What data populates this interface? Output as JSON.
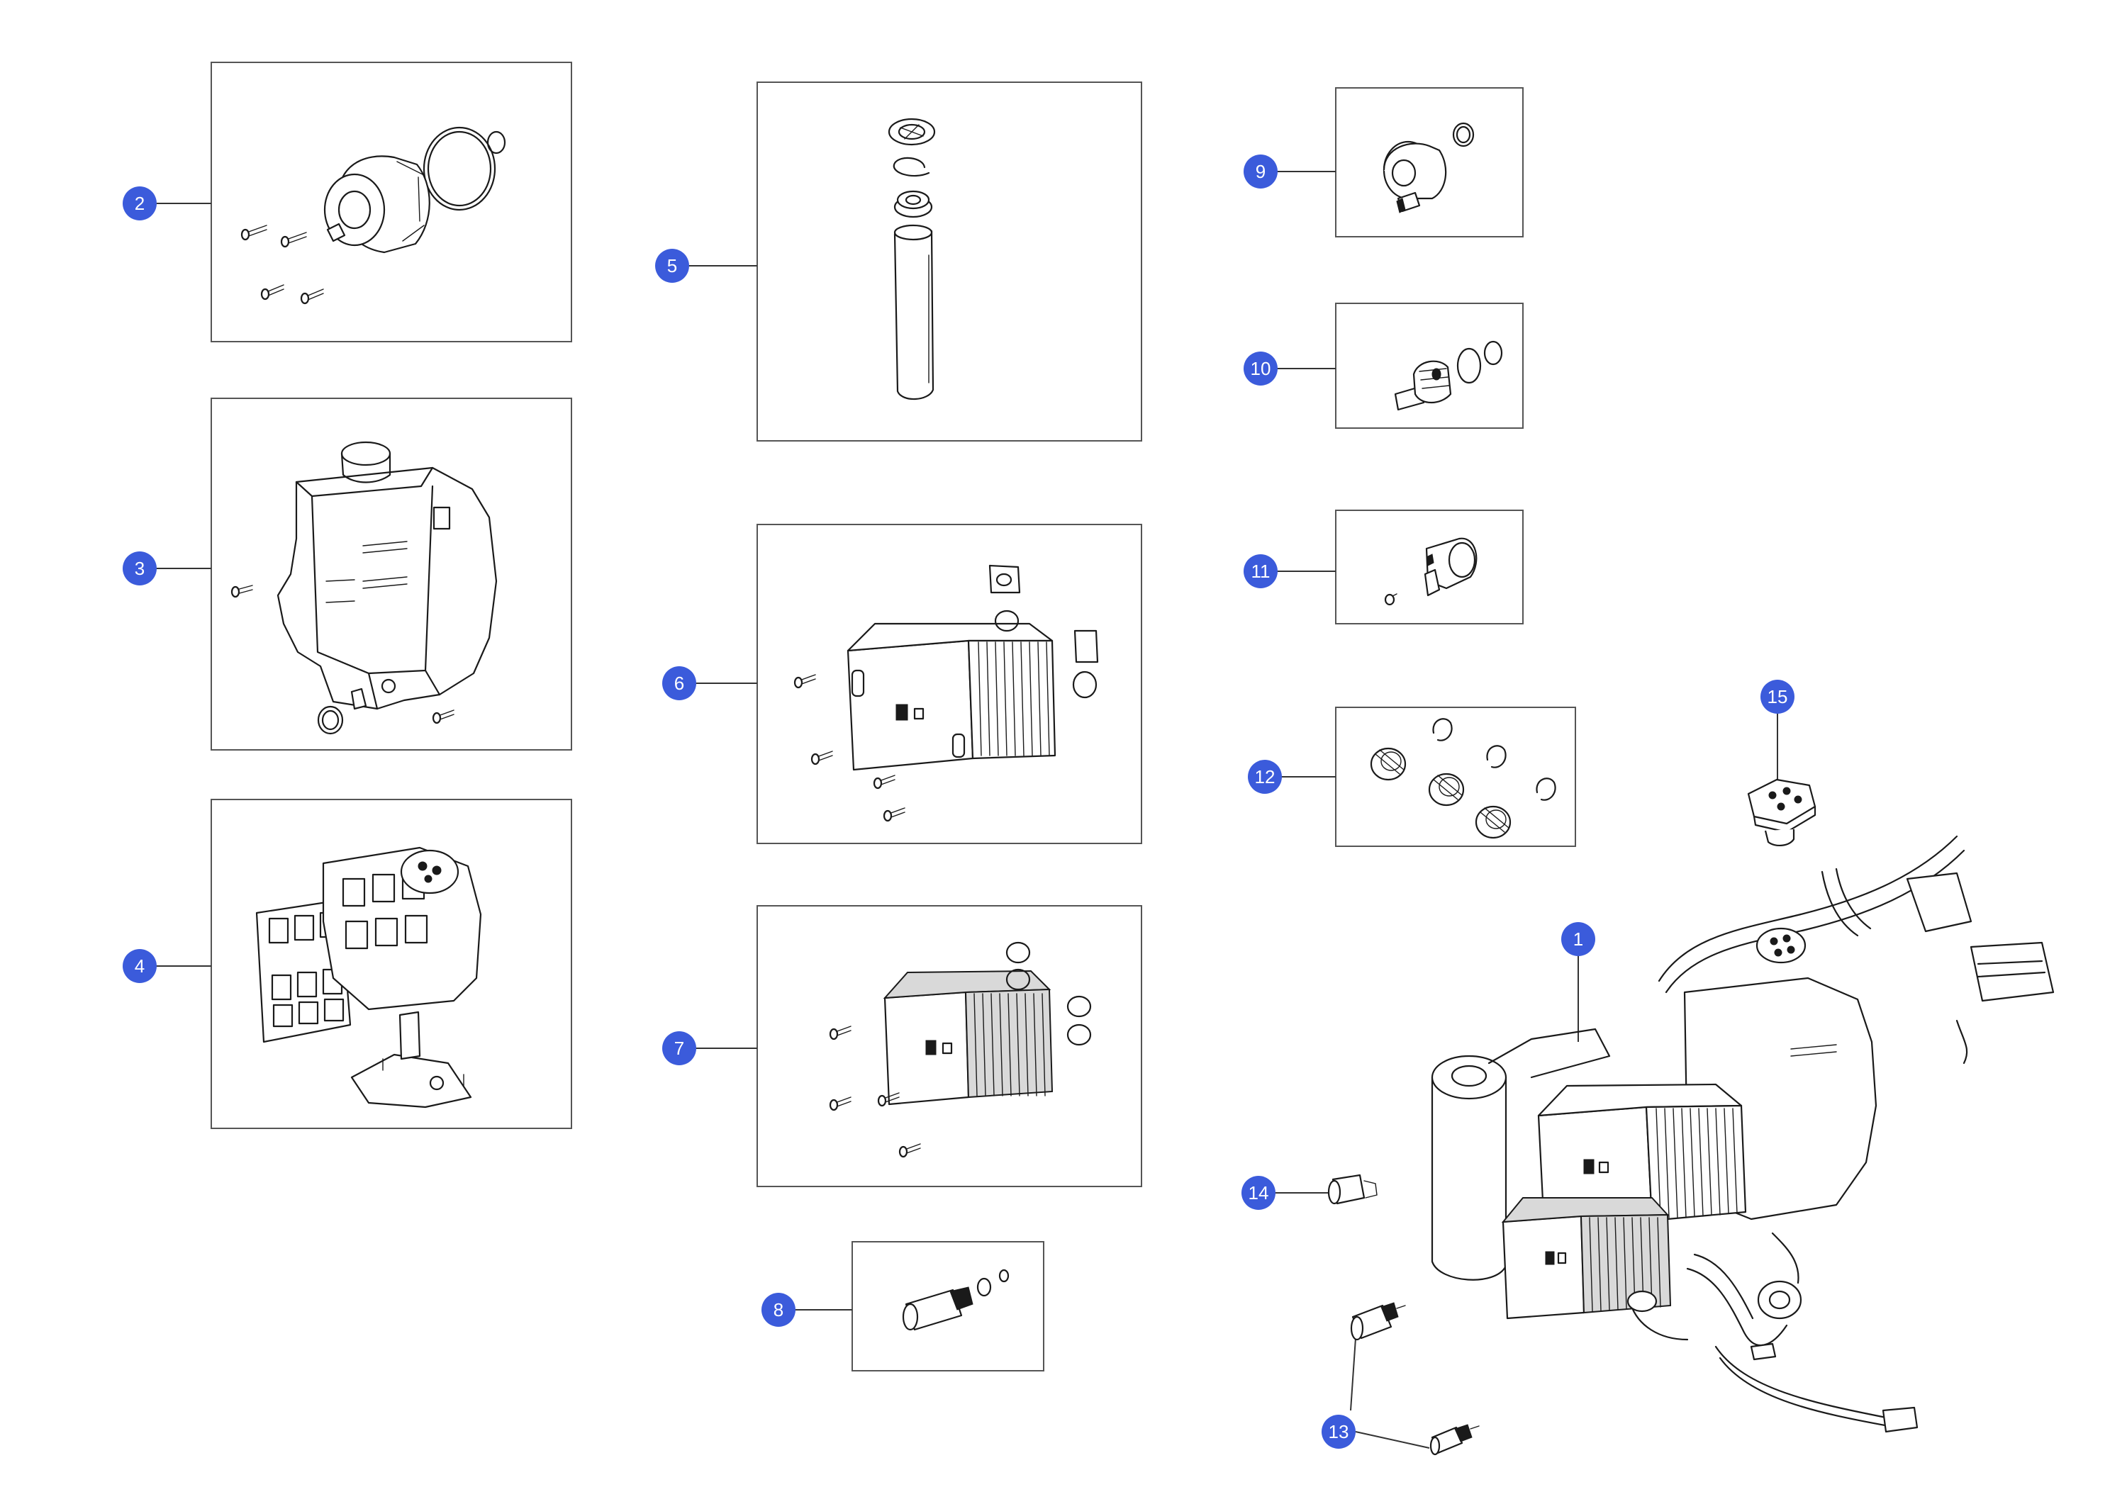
{
  "diagram": {
    "background": "#ffffff",
    "callout_color": "#3b5bdb",
    "callout_text_color": "#ffffff",
    "box_border_color": "#555555",
    "line_color": "#1a1a1a",
    "callouts": [
      "1",
      "2",
      "3",
      "4",
      "5",
      "6",
      "7",
      "8",
      "9",
      "10",
      "11",
      "12",
      "13",
      "14",
      "15"
    ]
  }
}
